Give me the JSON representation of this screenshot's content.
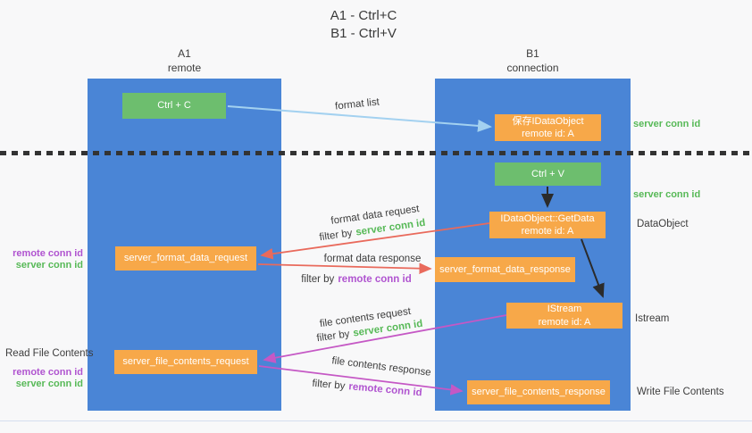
{
  "title": {
    "line1": "A1 - Ctrl+C",
    "line2": "B1 - Ctrl+V"
  },
  "lanes": {
    "left": {
      "id": "A1",
      "role": "remote"
    },
    "right": {
      "id": "B1",
      "role": "connection"
    }
  },
  "nodes": {
    "ctrl_c": {
      "label": "Ctrl + C"
    },
    "save_dataobject": {
      "line1": "保存IDataObject",
      "line2": "remote id: A"
    },
    "ctrl_v": {
      "label": "Ctrl + V"
    },
    "getdata": {
      "line1": "IDataObject::GetData",
      "line2": "remote id: A"
    },
    "format_request": {
      "label": "server_format_data_request"
    },
    "format_response": {
      "label": "server_format_data_response"
    },
    "istream": {
      "line1": "IStream",
      "line2": "remote id: A"
    },
    "file_request": {
      "label": "server_file_contents_request"
    },
    "file_response": {
      "label": "server_file_contents_response"
    }
  },
  "edge_labels": {
    "format_list": "format list",
    "format_data_request": "format data request",
    "format_data_request_filter": {
      "prefix": "filter by",
      "key": "server conn id"
    },
    "format_data_response": "format data response",
    "format_data_response_filter": {
      "prefix": "filter by",
      "key": "remote conn id"
    },
    "file_contents_request": "file contents request",
    "file_contents_request_filter": {
      "prefix": "filter by",
      "key": "server conn id"
    },
    "file_contents_response": "file contents response",
    "file_contents_response_filter": {
      "prefix": "filter by",
      "key": "remote conn id"
    }
  },
  "side_labels": {
    "server_conn_id_top": "server conn id",
    "server_conn_id_mid": "server conn id",
    "dataobject": "DataObject",
    "istream": "Istream",
    "write_file_contents": "Write File Contents",
    "read_file_contents": "Read File Contents",
    "left_remote_conn_id_1": "remote conn id",
    "left_server_conn_id_1": "server conn id",
    "left_remote_conn_id_2": "remote conn id",
    "left_server_conn_id_2": "server conn id"
  },
  "colors": {
    "lane_blue": "#4a85d6",
    "keystroke_green": "#6dbe6e",
    "message_orange": "#f7a849",
    "arrow_light_blue": "#a3d1f0",
    "arrow_red": "#e96a5c",
    "arrow_magenta": "#c558c5",
    "arrow_black": "#2b2b2b",
    "text_green": "#57b957",
    "text_purple": "#b054d0",
    "background": "#f8f8f9"
  }
}
